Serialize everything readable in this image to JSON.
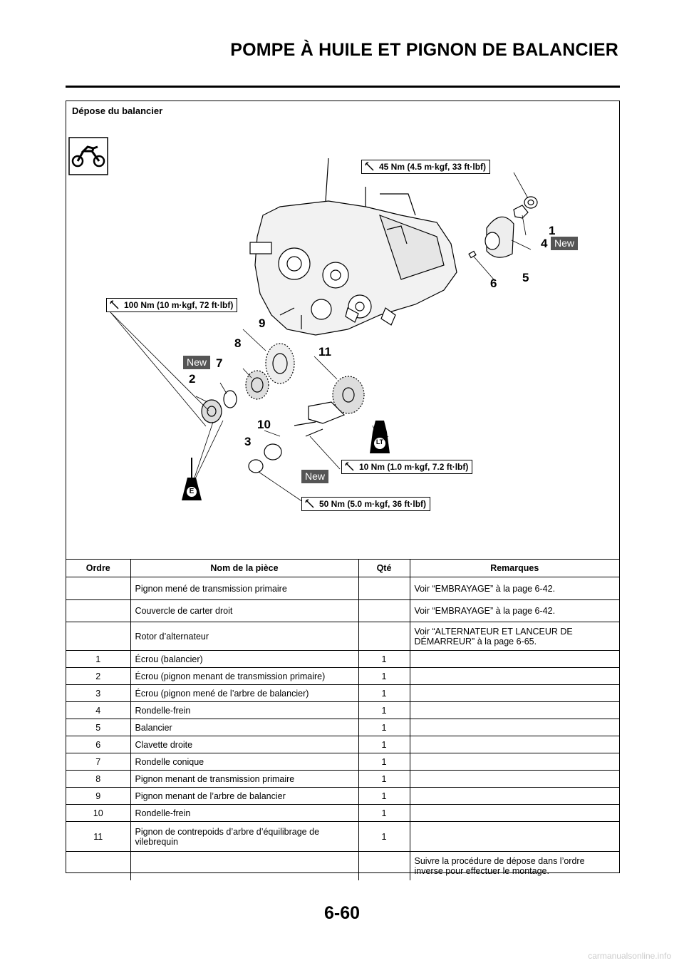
{
  "header": {
    "title": "POMPE À HUILE ET PIGNON DE BALANCIER"
  },
  "section": {
    "title": "Dépose du balancier"
  },
  "diagram": {
    "torques": {
      "t1": "45 Nm (4.5 m·kgf, 33 ft·lbf)",
      "t2": "100 Nm (10 m·kgf, 72 ft·lbf)",
      "t3": "10 Nm (1.0 m·kgf, 7.2 ft·lbf)",
      "t4": "50 Nm (5.0 m·kgf, 36 ft·lbf)"
    },
    "callouts": [
      "1",
      "2",
      "3",
      "4",
      "5",
      "6",
      "7",
      "8",
      "9",
      "10",
      "11"
    ],
    "new_label": "New",
    "lt_label": "LT",
    "e_label": "E"
  },
  "table": {
    "headers": {
      "order": "Ordre",
      "name": "Nom de la pièce",
      "qty": "Qté",
      "remarks": "Remarques"
    },
    "rows": [
      {
        "order": "",
        "name": "Pignon mené de transmission primaire",
        "qty": "",
        "remarks": "Voir “EMBRAYAGE” à la page 6-42."
      },
      {
        "order": "",
        "name": "Couvercle de carter droit",
        "qty": "",
        "remarks": "Voir “EMBRAYAGE” à la page 6-42."
      },
      {
        "order": "",
        "name": "Rotor d’alternateur",
        "qty": "",
        "remarks": "Voir “ALTERNATEUR ET LANCEUR DE DÉMARREUR” à la page 6-65."
      },
      {
        "order": "1",
        "name": "Écrou (balancier)",
        "qty": "1",
        "remarks": ""
      },
      {
        "order": "2",
        "name": "Écrou (pignon menant de transmission primaire)",
        "qty": "1",
        "remarks": ""
      },
      {
        "order": "3",
        "name": "Écrou (pignon mené de l’arbre de balancier)",
        "qty": "1",
        "remarks": ""
      },
      {
        "order": "4",
        "name": "Rondelle-frein",
        "qty": "1",
        "remarks": ""
      },
      {
        "order": "5",
        "name": "Balancier",
        "qty": "1",
        "remarks": ""
      },
      {
        "order": "6",
        "name": "Clavette droite",
        "qty": "1",
        "remarks": ""
      },
      {
        "order": "7",
        "name": "Rondelle conique",
        "qty": "1",
        "remarks": ""
      },
      {
        "order": "8",
        "name": "Pignon menant de transmission primaire",
        "qty": "1",
        "remarks": ""
      },
      {
        "order": "9",
        "name": "Pignon menant de l’arbre de balancier",
        "qty": "1",
        "remarks": ""
      },
      {
        "order": "10",
        "name": "Rondelle-frein",
        "qty": "1",
        "remarks": ""
      },
      {
        "order": "11",
        "name": "Pignon de contrepoids d’arbre d’équilibrage de vilebrequin",
        "qty": "1",
        "remarks": ""
      },
      {
        "order": "",
        "name": "",
        "qty": "",
        "remarks": "Suivre la procédure de dépose dans l’ordre inverse pour effectuer le montage."
      }
    ]
  },
  "footer": {
    "page_number": "6-60",
    "watermark": "carmanualsonline.info"
  }
}
